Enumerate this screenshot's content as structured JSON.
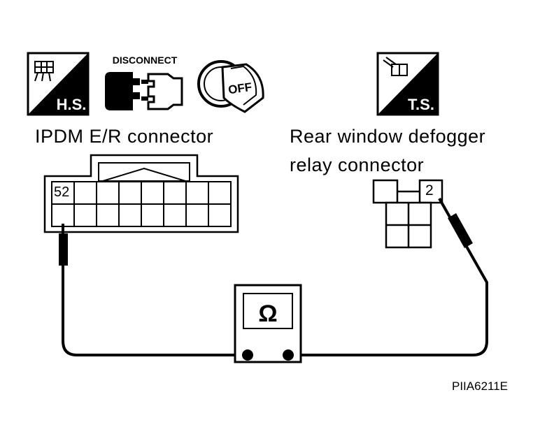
{
  "icons": {
    "hs": {
      "caption": "H.S."
    },
    "disconnect": {
      "caption": "DISCONNECT"
    },
    "ignition": {
      "caption": "OFF"
    },
    "ts": {
      "caption": "T.S."
    }
  },
  "ipdm": {
    "title": "IPDM E/R connector",
    "pin_label": "52"
  },
  "relay": {
    "title_line1": "Rear window defogger",
    "title_line2": "relay connector",
    "pin_label": "2"
  },
  "meter": {
    "symbol": "Ω"
  },
  "figure_code": "PIIA6211E"
}
